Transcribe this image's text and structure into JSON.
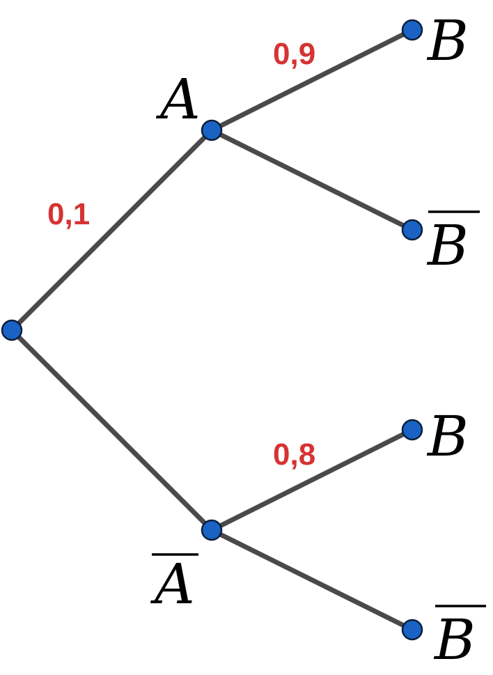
{
  "colors": {
    "edge": "#4a4a4a",
    "node_fill": "#1a63c4",
    "node_stroke": "#0b1e3a",
    "probability": "#d63333",
    "label": "#000000"
  },
  "tree": {
    "root": {
      "children": [
        {
          "label": "A",
          "overline": false,
          "edge_probability": "0,1",
          "children": [
            {
              "label": "B",
              "overline": false,
              "edge_probability": "0,9"
            },
            {
              "label": "B",
              "overline": true,
              "edge_probability": ""
            }
          ]
        },
        {
          "label": "A",
          "overline": true,
          "edge_probability": "",
          "children": [
            {
              "label": "B",
              "overline": false,
              "edge_probability": "0,8"
            },
            {
              "label": "B",
              "overline": true,
              "edge_probability": ""
            }
          ]
        }
      ]
    }
  }
}
